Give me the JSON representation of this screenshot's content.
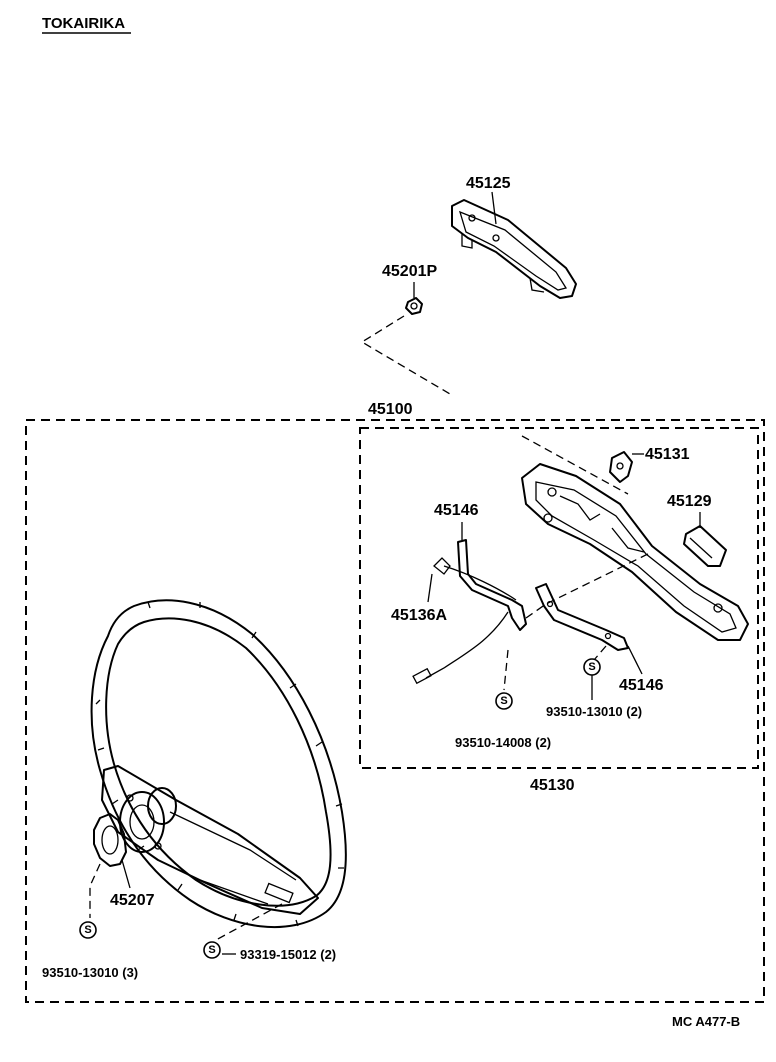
{
  "header": {
    "brand": "TOKAIRIKA"
  },
  "parts": {
    "p45125": "45125",
    "p45201P": "45201P",
    "p45100": "45100",
    "p45131": "45131",
    "p45129": "45129",
    "p45146_left": "45146",
    "p45136A": "45136A",
    "p45146_right": "45146",
    "p45130": "45130",
    "p45207": "45207"
  },
  "fasteners": {
    "f93510_13010_2": "93510-13010 (2)",
    "f93510_14008_2": "93510-14008 (2)",
    "f93510_13010_3": "93510-13010 (3)",
    "f93319_15012_2": "93319-15012 (2)"
  },
  "symbols": {
    "screw_mark": "S"
  },
  "footer": {
    "code": "MC A477-B"
  }
}
